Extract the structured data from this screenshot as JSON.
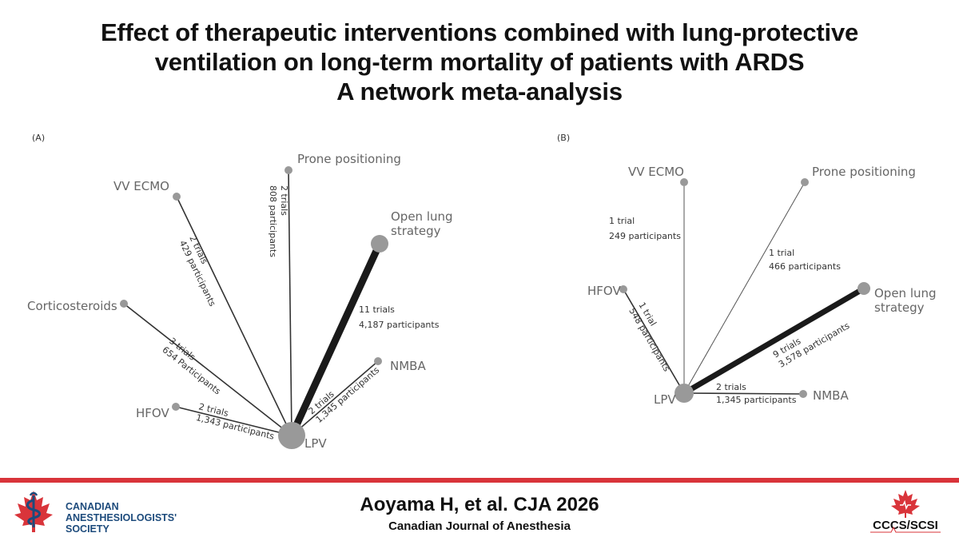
{
  "title": {
    "line1": "Effect of therapeutic interventions combined with lung-protective",
    "line2": "ventilation on long-term mortality of patients with ARDS",
    "line3": "A network meta-analysis"
  },
  "panels": [
    {
      "label": "(A)",
      "center": "LPV",
      "nodes": [
        "Prone positioning",
        "VV ECMO",
        "Open lung strategy",
        "Corticosteroids",
        "NMBA",
        "HFOV"
      ],
      "edges": [
        {
          "to": "Prone positioning",
          "trials": "2 trials",
          "participants": "808 participants"
        },
        {
          "to": "VV ECMO",
          "trials": "2 trials",
          "participants": "429 participants"
        },
        {
          "to": "Open lung strategy",
          "trials": "11 trials",
          "participants": "4,187 participants"
        },
        {
          "to": "Corticosteroids",
          "trials": "3 trials",
          "participants": "654 Participants"
        },
        {
          "to": "NMBA",
          "trials": "2 trials",
          "participants": "1,345 participants"
        },
        {
          "to": "HFOV",
          "trials": "2 trials",
          "participants": "1,343 participants"
        }
      ]
    },
    {
      "label": "(B)",
      "center": "LPV",
      "nodes": [
        "VV ECMO",
        "Prone positioning",
        "HFOV",
        "Open lung strategy",
        "NMBA"
      ],
      "edges": [
        {
          "to": "VV ECMO",
          "trials": "1 trial",
          "participants": "249 participants"
        },
        {
          "to": "Prone positioning",
          "trials": "1 trial",
          "participants": "466 participants"
        },
        {
          "to": "HFOV",
          "trials": "1 trial",
          "participants": "548 participants"
        },
        {
          "to": "Open lung strategy",
          "trials": "9 trials",
          "participants": "3,578 participants"
        },
        {
          "to": "NMBA",
          "trials": "2 trials",
          "participants": "1,345 participants"
        }
      ]
    }
  ],
  "footer": {
    "society_line1": "CANADIAN",
    "society_line2": "ANESTHESIOLOGISTS'",
    "society_line3": "SOCIETY",
    "citation": "Aoyama H, et al. CJA 2026",
    "journal": "Canadian Journal of Anesthesia",
    "cccs_text": "CCCS/SCSI",
    "accent_color": "#d9343a",
    "society_color": "#1d4b7c"
  }
}
